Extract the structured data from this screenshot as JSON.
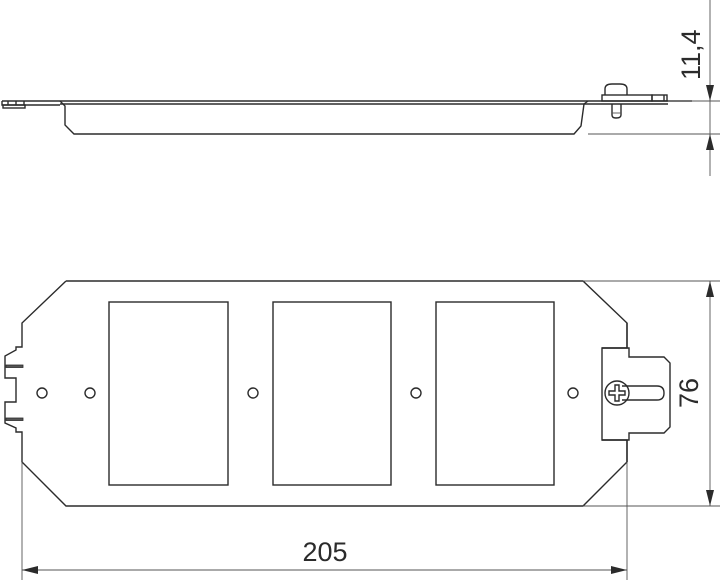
{
  "drawing": {
    "type": "technical-drawing",
    "subject": "flush-mounting plate, triple cutout",
    "views": [
      {
        "name": "side-view",
        "position": "top"
      },
      {
        "name": "top-view",
        "position": "bottom"
      }
    ],
    "line_color": "#2b2b2b",
    "background": "#ffffff"
  },
  "dimensions": {
    "height": {
      "label": "11,4",
      "orientation": "vertical",
      "view": "side-view"
    },
    "width": {
      "label": "76",
      "orientation": "vertical",
      "view": "top-view"
    },
    "length": {
      "label": "205",
      "orientation": "horizontal",
      "view": "top-view"
    }
  },
  "features": {
    "cutouts": 3,
    "mounting_holes": 6,
    "screw": "phillips-screw-with-slotted-clamp",
    "left_edge": "notched-tab"
  }
}
